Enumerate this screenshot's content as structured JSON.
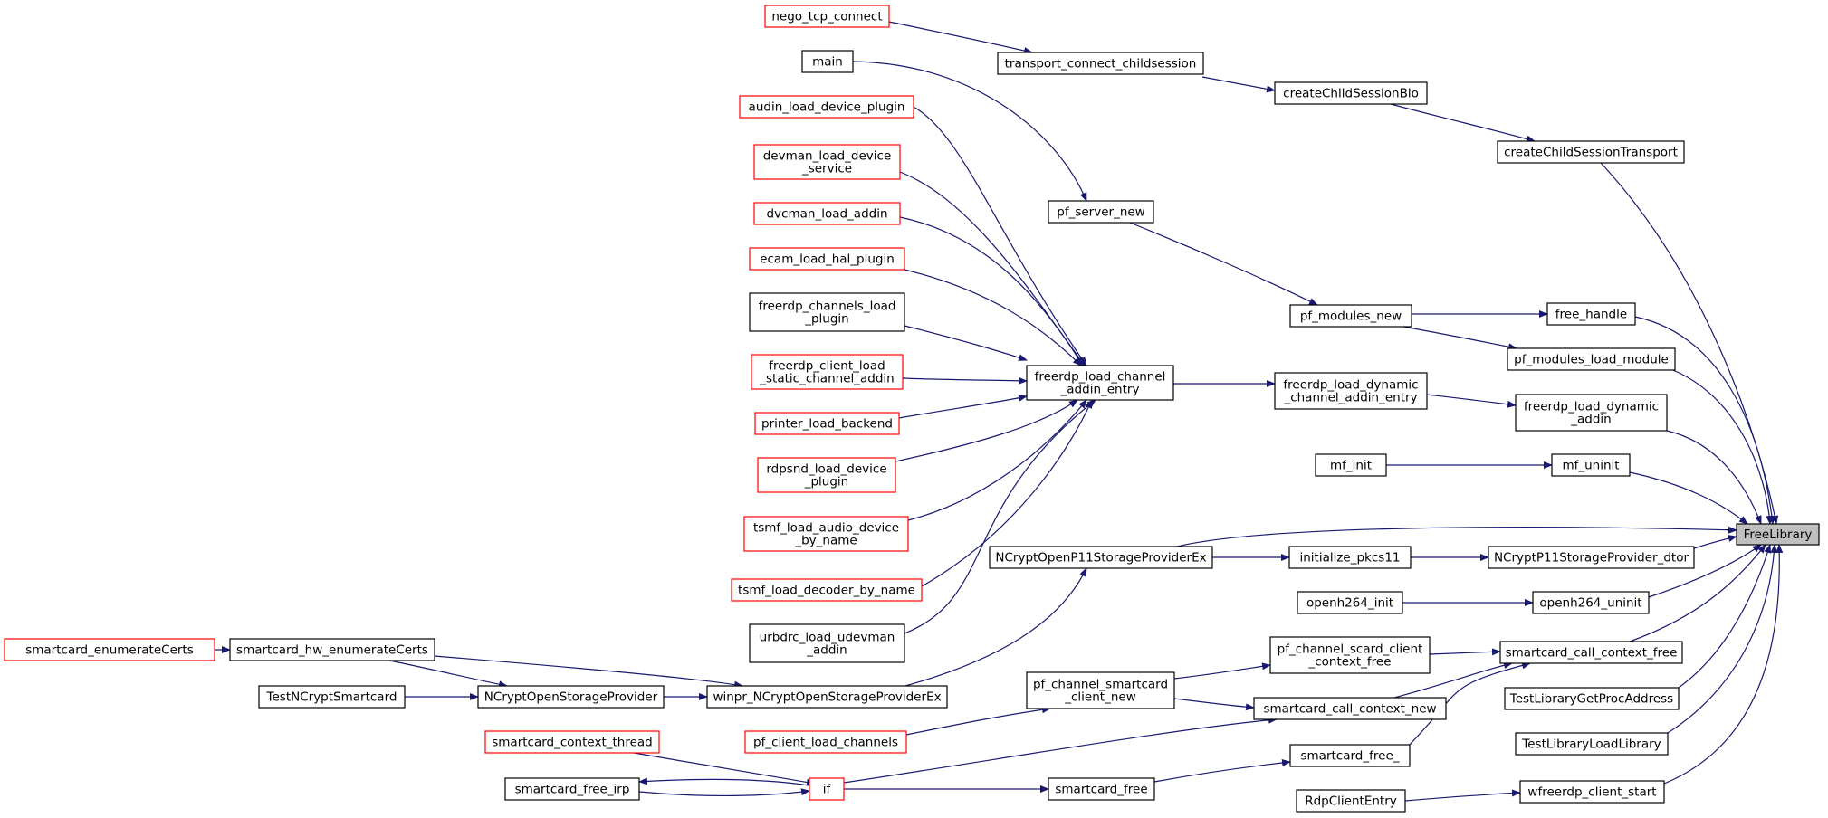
{
  "colors": {
    "edge": "#191970",
    "node_border_normal": "#000000",
    "node_border_truncated": "#ff0000",
    "node_fill": "#ffffff",
    "focus_fill": "#bfbfbf"
  },
  "nodes": [
    {
      "id": "FreeLibrary",
      "lines": [
        "FreeLibrary"
      ],
      "style": "focus"
    },
    {
      "id": "nego_tcp_connect",
      "lines": [
        "nego_tcp_connect"
      ],
      "style": "truncated"
    },
    {
      "id": "main",
      "lines": [
        "main"
      ],
      "style": "normal"
    },
    {
      "id": "audin_load_device_plugin",
      "lines": [
        "audin_load_device_plugin"
      ],
      "style": "truncated"
    },
    {
      "id": "devman_load_device_service",
      "lines": [
        "devman_load_device",
        "_service"
      ],
      "style": "truncated"
    },
    {
      "id": "dvcman_load_addin",
      "lines": [
        "dvcman_load_addin"
      ],
      "style": "truncated"
    },
    {
      "id": "ecam_load_hal_plugin",
      "lines": [
        "ecam_load_hal_plugin"
      ],
      "style": "truncated"
    },
    {
      "id": "freerdp_channels_load_plugin",
      "lines": [
        "freerdp_channels_load",
        "_plugin"
      ],
      "style": "normal"
    },
    {
      "id": "freerdp_client_load_static_channel_addin",
      "lines": [
        "freerdp_client_load",
        "_static_channel_addin"
      ],
      "style": "truncated"
    },
    {
      "id": "printer_load_backend",
      "lines": [
        "printer_load_backend"
      ],
      "style": "truncated"
    },
    {
      "id": "rdpsnd_load_device_plugin",
      "lines": [
        "rdpsnd_load_device",
        "_plugin"
      ],
      "style": "truncated"
    },
    {
      "id": "tsmf_load_audio_device_by_name",
      "lines": [
        "tsmf_load_audio_device",
        "_by_name"
      ],
      "style": "truncated"
    },
    {
      "id": "tsmf_load_decoder_by_name",
      "lines": [
        "tsmf_load_decoder_by_name"
      ],
      "style": "truncated"
    },
    {
      "id": "urbdrc_load_udevman_addin",
      "lines": [
        "urbdrc_load_udevman",
        "_addin"
      ],
      "style": "normal"
    },
    {
      "id": "smartcard_enumerateCerts",
      "lines": [
        "smartcard_enumerateCerts"
      ],
      "style": "truncated"
    },
    {
      "id": "smartcard_hw_enumerateCerts",
      "lines": [
        "smartcard_hw_enumerateCerts"
      ],
      "style": "normal"
    },
    {
      "id": "TestNCryptSmartcard",
      "lines": [
        "TestNCryptSmartcard"
      ],
      "style": "normal"
    },
    {
      "id": "NCryptOpenStorageProvider",
      "lines": [
        "NCryptOpenStorageProvider"
      ],
      "style": "normal"
    },
    {
      "id": "winpr_NCryptOpenStorageProviderEx",
      "lines": [
        "winpr_NCryptOpenStorageProviderEx"
      ],
      "style": "normal"
    },
    {
      "id": "smartcard_context_thread",
      "lines": [
        "smartcard_context_thread"
      ],
      "style": "truncated"
    },
    {
      "id": "smartcard_free_irp",
      "lines": [
        "smartcard_free_irp"
      ],
      "style": "normal"
    },
    {
      "id": "if",
      "lines": [
        "if"
      ],
      "style": "truncated"
    },
    {
      "id": "pf_client_load_channels",
      "lines": [
        "pf_client_load_channels"
      ],
      "style": "truncated"
    },
    {
      "id": "transport_connect_childsession",
      "lines": [
        "transport_connect_childsession"
      ],
      "style": "normal"
    },
    {
      "id": "pf_server_new",
      "lines": [
        "pf_server_new"
      ],
      "style": "normal"
    },
    {
      "id": "freerdp_load_channel_addin_entry",
      "lines": [
        "freerdp_load_channel",
        "_addin_entry"
      ],
      "style": "normal"
    },
    {
      "id": "NCryptOpenP11StorageProviderEx",
      "lines": [
        "NCryptOpenP11StorageProviderEx"
      ],
      "style": "normal"
    },
    {
      "id": "pf_channel_smartcard_client_new",
      "lines": [
        "pf_channel_smartcard",
        "_client_new"
      ],
      "style": "normal"
    },
    {
      "id": "smartcard_free",
      "lines": [
        "smartcard_free"
      ],
      "style": "normal"
    },
    {
      "id": "createChildSessionBio",
      "lines": [
        "createChildSessionBio"
      ],
      "style": "normal"
    },
    {
      "id": "pf_modules_new",
      "lines": [
        "pf_modules_new"
      ],
      "style": "normal"
    },
    {
      "id": "freerdp_load_dynamic_channel_addin_entry",
      "lines": [
        "freerdp_load_dynamic",
        "_channel_addin_entry"
      ],
      "style": "normal"
    },
    {
      "id": "mf_init",
      "lines": [
        "mf_init"
      ],
      "style": "normal"
    },
    {
      "id": "initialize_pkcs11",
      "lines": [
        "initialize_pkcs11"
      ],
      "style": "normal"
    },
    {
      "id": "openh264_init",
      "lines": [
        "openh264_init"
      ],
      "style": "normal"
    },
    {
      "id": "pf_channel_scard_client_context_free",
      "lines": [
        "pf_channel_scard_client",
        "_context_free"
      ],
      "style": "normal"
    },
    {
      "id": "smartcard_call_context_new",
      "lines": [
        "smartcard_call_context_new"
      ],
      "style": "normal"
    },
    {
      "id": "smartcard_free_",
      "lines": [
        "smartcard_free_"
      ],
      "style": "normal"
    },
    {
      "id": "RdpClientEntry",
      "lines": [
        "RdpClientEntry"
      ],
      "style": "normal"
    },
    {
      "id": "createChildSessionTransport",
      "lines": [
        "createChildSessionTransport"
      ],
      "style": "normal"
    },
    {
      "id": "free_handle",
      "lines": [
        "free_handle"
      ],
      "style": "normal"
    },
    {
      "id": "pf_modules_load_module",
      "lines": [
        "pf_modules_load_module"
      ],
      "style": "normal"
    },
    {
      "id": "freerdp_load_dynamic_addin",
      "lines": [
        "freerdp_load_dynamic",
        "_addin"
      ],
      "style": "normal"
    },
    {
      "id": "mf_uninit",
      "lines": [
        "mf_uninit"
      ],
      "style": "normal"
    },
    {
      "id": "NCryptP11StorageProvider_dtor",
      "lines": [
        "NCryptP11StorageProvider_dtor"
      ],
      "style": "normal"
    },
    {
      "id": "openh264_uninit",
      "lines": [
        "openh264_uninit"
      ],
      "style": "normal"
    },
    {
      "id": "smartcard_call_context_free",
      "lines": [
        "smartcard_call_context_free"
      ],
      "style": "normal"
    },
    {
      "id": "TestLibraryGetProcAddress",
      "lines": [
        "TestLibraryGetProcAddress"
      ],
      "style": "normal"
    },
    {
      "id": "TestLibraryLoadLibrary",
      "lines": [
        "TestLibraryLoadLibrary"
      ],
      "style": "normal"
    },
    {
      "id": "wfreerdp_client_start",
      "lines": [
        "wfreerdp_client_start"
      ],
      "style": "normal"
    }
  ],
  "edges": [
    {
      "from": "nego_tcp_connect",
      "to": "transport_connect_childsession"
    },
    {
      "from": "transport_connect_childsession",
      "to": "createChildSessionBio"
    },
    {
      "from": "createChildSessionBio",
      "to": "createChildSessionTransport"
    },
    {
      "from": "createChildSessionTransport",
      "to": "FreeLibrary"
    },
    {
      "from": "main",
      "to": "pf_server_new"
    },
    {
      "from": "pf_server_new",
      "to": "pf_modules_new"
    },
    {
      "from": "pf_modules_new",
      "to": "free_handle"
    },
    {
      "from": "pf_modules_new",
      "to": "pf_modules_load_module"
    },
    {
      "from": "free_handle",
      "to": "FreeLibrary"
    },
    {
      "from": "pf_modules_load_module",
      "to": "FreeLibrary"
    },
    {
      "from": "audin_load_device_plugin",
      "to": "freerdp_load_channel_addin_entry"
    },
    {
      "from": "devman_load_device_service",
      "to": "freerdp_load_channel_addin_entry"
    },
    {
      "from": "dvcman_load_addin",
      "to": "freerdp_load_channel_addin_entry"
    },
    {
      "from": "ecam_load_hal_plugin",
      "to": "freerdp_load_channel_addin_entry"
    },
    {
      "from": "freerdp_channels_load_plugin",
      "to": "freerdp_load_channel_addin_entry"
    },
    {
      "from": "freerdp_client_load_static_channel_addin",
      "to": "freerdp_load_channel_addin_entry"
    },
    {
      "from": "printer_load_backend",
      "to": "freerdp_load_channel_addin_entry"
    },
    {
      "from": "rdpsnd_load_device_plugin",
      "to": "freerdp_load_channel_addin_entry"
    },
    {
      "from": "tsmf_load_audio_device_by_name",
      "to": "freerdp_load_channel_addin_entry"
    },
    {
      "from": "tsmf_load_decoder_by_name",
      "to": "freerdp_load_channel_addin_entry"
    },
    {
      "from": "urbdrc_load_udevman_addin",
      "to": "freerdp_load_channel_addin_entry"
    },
    {
      "from": "freerdp_load_channel_addin_entry",
      "to": "freerdp_load_dynamic_channel_addin_entry"
    },
    {
      "from": "freerdp_load_dynamic_channel_addin_entry",
      "to": "freerdp_load_dynamic_addin"
    },
    {
      "from": "freerdp_load_dynamic_addin",
      "to": "FreeLibrary"
    },
    {
      "from": "mf_init",
      "to": "mf_uninit"
    },
    {
      "from": "mf_uninit",
      "to": "FreeLibrary"
    },
    {
      "from": "NCryptOpenP11StorageProviderEx",
      "to": "FreeLibrary"
    },
    {
      "from": "NCryptOpenP11StorageProviderEx",
      "to": "initialize_pkcs11"
    },
    {
      "from": "initialize_pkcs11",
      "to": "NCryptP11StorageProvider_dtor"
    },
    {
      "from": "NCryptP11StorageProvider_dtor",
      "to": "FreeLibrary"
    },
    {
      "from": "openh264_init",
      "to": "openh264_uninit"
    },
    {
      "from": "openh264_uninit",
      "to": "FreeLibrary"
    },
    {
      "from": "smartcard_enumerateCerts",
      "to": "smartcard_hw_enumerateCerts"
    },
    {
      "from": "smartcard_hw_enumerateCerts",
      "to": "NCryptOpenStorageProvider"
    },
    {
      "from": "smartcard_hw_enumerateCerts",
      "to": "winpr_NCryptOpenStorageProviderEx"
    },
    {
      "from": "TestNCryptSmartcard",
      "to": "NCryptOpenStorageProvider"
    },
    {
      "from": "NCryptOpenStorageProvider",
      "to": "winpr_NCryptOpenStorageProviderEx"
    },
    {
      "from": "winpr_NCryptOpenStorageProviderEx",
      "to": "NCryptOpenP11StorageProviderEx"
    },
    {
      "from": "pf_channel_scard_client_context_free",
      "to": "smartcard_call_context_free"
    },
    {
      "from": "pf_channel_smartcard_client_new",
      "to": "pf_channel_scard_client_context_free"
    },
    {
      "from": "pf_channel_smartcard_client_new",
      "to": "smartcard_call_context_new"
    },
    {
      "from": "smartcard_call_context_new",
      "to": "smartcard_call_context_free"
    },
    {
      "from": "smartcard_call_context_free",
      "to": "FreeLibrary"
    },
    {
      "from": "pf_client_load_channels",
      "to": "pf_channel_smartcard_client_new"
    },
    {
      "from": "if",
      "to": "smartcard_call_context_new"
    },
    {
      "from": "smartcard_context_thread",
      "to": "if"
    },
    {
      "from": "smartcard_free_irp",
      "to": "if"
    },
    {
      "from": "if",
      "to": "smartcard_free_irp"
    },
    {
      "from": "if",
      "to": "smartcard_free"
    },
    {
      "from": "smartcard_free",
      "to": "smartcard_free_"
    },
    {
      "from": "smartcard_free_",
      "to": "smartcard_call_context_free"
    },
    {
      "from": "TestLibraryGetProcAddress",
      "to": "FreeLibrary"
    },
    {
      "from": "TestLibraryLoadLibrary",
      "to": "FreeLibrary"
    },
    {
      "from": "RdpClientEntry",
      "to": "wfreerdp_client_start"
    },
    {
      "from": "wfreerdp_client_start",
      "to": "FreeLibrary"
    }
  ]
}
